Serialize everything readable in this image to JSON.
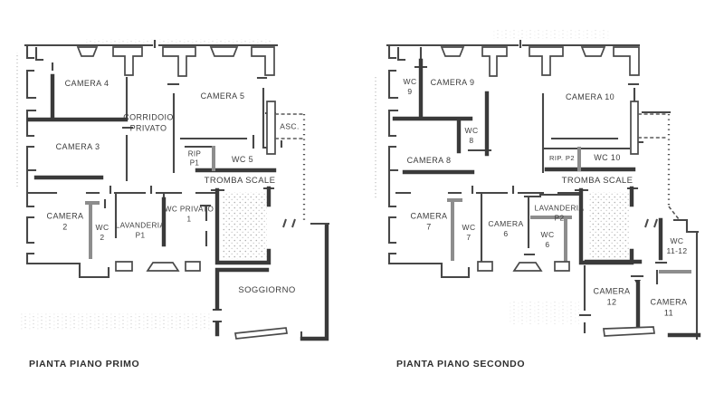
{
  "document": {
    "background_color": "#ffffff",
    "ink_color": "#3d3d3d"
  },
  "plans": [
    {
      "caption": "PIANTA PIANO PRIMO",
      "labels": [
        {
          "name": "camera-4",
          "text": "CAMERA 4"
        },
        {
          "name": "camera-3",
          "text": "CAMERA 3"
        },
        {
          "name": "corridoio-privato",
          "text": "CORRIDOIO\nPRIVATO"
        },
        {
          "name": "camera-5",
          "text": "CAMERA 5"
        },
        {
          "name": "ascensore",
          "text": "ASC."
        },
        {
          "name": "rip-p1",
          "text": "RIP\nP1"
        },
        {
          "name": "wc-5",
          "text": "WC 5"
        },
        {
          "name": "tromba-scale",
          "text": "TROMBA SCALE"
        },
        {
          "name": "camera-2",
          "text": "CAMERA\n2"
        },
        {
          "name": "wc-2",
          "text": "WC\n2"
        },
        {
          "name": "lavanderia-p1",
          "text": "LAVANDERIA\nP1"
        },
        {
          "name": "wc-privato-1",
          "text": "WC PRIVATO\n1"
        },
        {
          "name": "soggiorno",
          "text": "SOGGIORNO"
        }
      ]
    },
    {
      "caption": "PIANTA PIANO SECONDO",
      "labels": [
        {
          "name": "wc-9",
          "text": "WC\n9"
        },
        {
          "name": "camera-9",
          "text": "CAMERA 9"
        },
        {
          "name": "camera-10",
          "text": "CAMERA 10"
        },
        {
          "name": "wc-8",
          "text": "WC\n8"
        },
        {
          "name": "camera-8",
          "text": "CAMERA 8"
        },
        {
          "name": "rip-p2",
          "text": "RIP. P2"
        },
        {
          "name": "wc-10",
          "text": "WC 10"
        },
        {
          "name": "tromba-scale",
          "text": "TROMBA SCALE"
        },
        {
          "name": "camera-7",
          "text": "CAMERA\n7"
        },
        {
          "name": "wc-7",
          "text": "WC\n7"
        },
        {
          "name": "camera-6",
          "text": "CAMERA\n6"
        },
        {
          "name": "wc-6",
          "text": "WC\n6"
        },
        {
          "name": "lavanderia-p2",
          "text": "LAVANDERIA\nP2"
        },
        {
          "name": "wc-11-12",
          "text": "WC\n11-12"
        },
        {
          "name": "camera-12",
          "text": "CAMERA\n12"
        },
        {
          "name": "camera-11",
          "text": "CAMERA\n11"
        }
      ]
    }
  ]
}
